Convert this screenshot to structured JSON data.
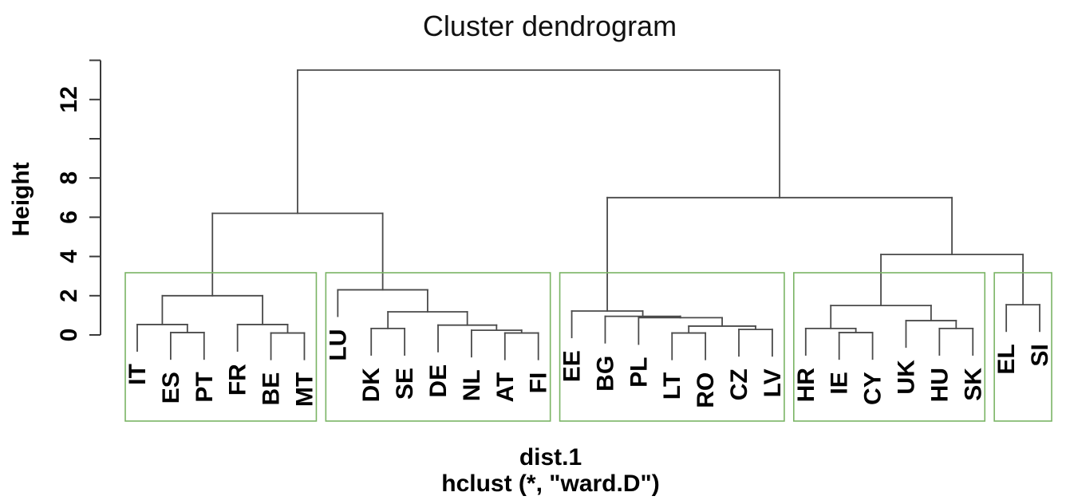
{
  "chart_data": {
    "type": "dendrogram",
    "title": "Cluster dendrogram",
    "ylabel": "Height",
    "xlabel_line1": "dist.1",
    "xlabel_line2": "hclust (*, \"ward.D\")",
    "y_axis": {
      "range": [
        0,
        14
      ],
      "ticks": [
        0,
        2,
        4,
        6,
        8,
        10,
        12,
        14
      ],
      "labeled_ticks": [
        0,
        2,
        4,
        6,
        8,
        12
      ]
    },
    "leaves": [
      "IT",
      "ES",
      "PT",
      "FR",
      "BE",
      "MT",
      "LU",
      "DK",
      "SE",
      "DE",
      "NL",
      "AT",
      "FI",
      "EE",
      "BG",
      "PL",
      "LT",
      "RO",
      "CZ",
      "LV",
      "HR",
      "IE",
      "CY",
      "UK",
      "HU",
      "SK",
      "EL",
      "SI"
    ],
    "leaf_hang": 1.35,
    "tree": {
      "h": 13.5,
      "children": [
        {
          "h": 6.2,
          "children": [
            {
              "h": 2.0,
              "children": [
                {
                  "h": 0.53,
                  "children": [
                    {
                      "label": "IT"
                    },
                    {
                      "h": 0.12,
                      "children": [
                        {
                          "label": "ES"
                        },
                        {
                          "label": "PT"
                        }
                      ]
                    }
                  ]
                },
                {
                  "h": 0.53,
                  "children": [
                    {
                      "label": "FR"
                    },
                    {
                      "h": 0.1,
                      "children": [
                        {
                          "label": "BE"
                        },
                        {
                          "label": "MT"
                        }
                      ]
                    }
                  ]
                }
              ]
            },
            {
              "h": 2.3,
              "children": [
                {
                  "label": "LU"
                },
                {
                  "h": 1.18,
                  "children": [
                    {
                      "h": 0.33,
                      "children": [
                        {
                          "label": "DK"
                        },
                        {
                          "label": "SE"
                        }
                      ]
                    },
                    {
                      "h": 0.5,
                      "children": [
                        {
                          "label": "DE"
                        },
                        {
                          "h": 0.24,
                          "children": [
                            {
                              "label": "NL"
                            },
                            {
                              "h": 0.1,
                              "children": [
                                {
                                  "label": "AT"
                                },
                                {
                                  "label": "FI"
                                }
                              ]
                            }
                          ]
                        }
                      ]
                    }
                  ]
                }
              ]
            }
          ]
        },
        {
          "h": 7.0,
          "children": [
            {
              "h": 1.22,
              "children": [
                {
                  "label": "EE"
                },
                {
                  "h": 0.95,
                  "children": [
                    {
                      "label": "BG"
                    },
                    {
                      "h": 0.88,
                      "children": [
                        {
                          "label": "PL"
                        },
                        {
                          "h": 0.45,
                          "children": [
                            {
                              "h": 0.1,
                              "children": [
                                {
                                  "label": "LT"
                                },
                                {
                                  "label": "RO"
                                }
                              ]
                            },
                            {
                              "h": 0.28,
                              "children": [
                                {
                                  "label": "CZ"
                                },
                                {
                                  "label": "LV"
                                }
                              ]
                            }
                          ]
                        }
                      ]
                    }
                  ]
                }
              ]
            },
            {
              "h": 4.1,
              "children": [
                {
                  "h": 1.5,
                  "children": [
                    {
                      "h": 0.33,
                      "children": [
                        {
                          "label": "HR"
                        },
                        {
                          "h": 0.12,
                          "children": [
                            {
                              "label": "IE"
                            },
                            {
                              "label": "CY"
                            }
                          ]
                        }
                      ]
                    },
                    {
                      "h": 0.73,
                      "children": [
                        {
                          "label": "UK"
                        },
                        {
                          "h": 0.33,
                          "children": [
                            {
                              "label": "HU"
                            },
                            {
                              "label": "SK"
                            }
                          ]
                        }
                      ]
                    }
                  ]
                },
                {
                  "h": 1.54,
                  "children": [
                    {
                      "label": "EL"
                    },
                    {
                      "label": "SI"
                    }
                  ]
                }
              ]
            }
          ]
        }
      ]
    },
    "clusters": [
      [
        "IT",
        "ES",
        "PT",
        "FR",
        "BE",
        "MT"
      ],
      [
        "LU",
        "DK",
        "SE",
        "DE",
        "NL",
        "AT",
        "FI"
      ],
      [
        "EE",
        "BG",
        "PL",
        "LT",
        "RO",
        "CZ",
        "LV"
      ],
      [
        "HR",
        "IE",
        "CY",
        "UK",
        "HU",
        "SK"
      ],
      [
        "EL",
        "SI"
      ]
    ],
    "colors": {
      "dendrogram_line": "#4a4a4a",
      "axis": "#3a3a3a",
      "text": "#000000",
      "cluster_box": "#7ab464",
      "background": "#ffffff"
    }
  }
}
